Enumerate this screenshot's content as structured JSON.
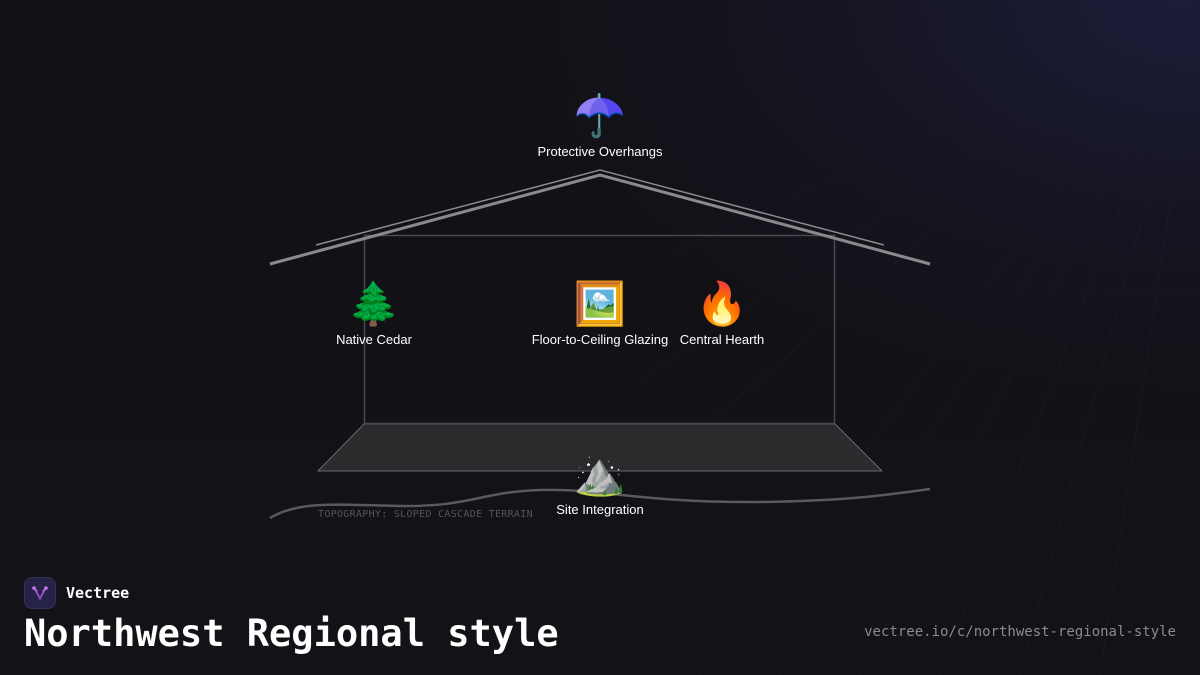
{
  "brand": {
    "name": "Vectree",
    "logo_icon": "vectree-logo-icon"
  },
  "page": {
    "title": "Northwest Regional style",
    "url": "vectree.io/c/northwest-regional-style"
  },
  "diagram": {
    "terrain_caption": "TOPOGRAPHY: SLOPED CASCADE TERRAIN",
    "nodes": [
      {
        "key": "overhangs",
        "emoji": "☂️",
        "icon": "umbrella-icon",
        "label": "Protective Overhangs"
      },
      {
        "key": "cedar",
        "emoji": "🌲",
        "icon": "evergreen-tree-icon",
        "label": "Native Cedar"
      },
      {
        "key": "glazing",
        "emoji": "🖼️",
        "icon": "framed-picture-icon",
        "label": "Floor-to-Ceiling Glazing"
      },
      {
        "key": "hearth",
        "emoji": "🔥",
        "icon": "fire-icon",
        "label": "Central Hearth"
      },
      {
        "key": "site",
        "emoji": "⛰️",
        "icon": "mountain-icon",
        "label": "Site Integration"
      }
    ]
  },
  "colors": {
    "background": "#111116",
    "outline": "#8a8a8e",
    "floor": "#2b2b2d",
    "logo_bg": "#252347",
    "logo_accent": "#a35bd6"
  }
}
